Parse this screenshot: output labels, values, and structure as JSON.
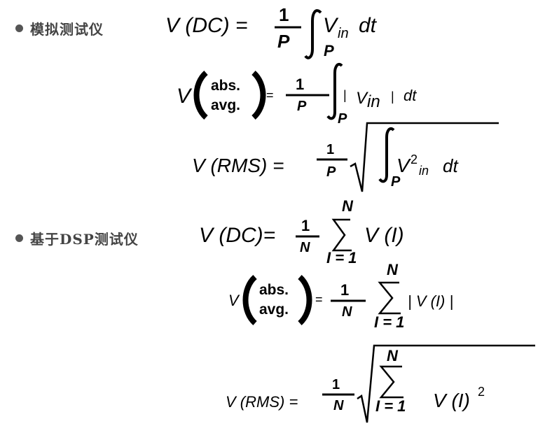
{
  "bullets": {
    "analog": "模拟测试仪",
    "dsp": "基于DSP测试仪"
  },
  "formulas": {
    "dc_analog": {
      "lhs": "V (DC) =",
      "num": "1",
      "den": "P",
      "integrand_v": "V",
      "integrand_sub": "in",
      "dt": "dt",
      "int_limit": "P"
    },
    "absavg_analog": {
      "v": "V",
      "abs": "abs.",
      "avg": "avg.",
      "eq": "=",
      "num": "1",
      "den": "P",
      "bar_open": "|",
      "v_in": "V",
      "v_sub": "in",
      "bar_close": "|",
      "dt": "dt",
      "int_limit": "P"
    },
    "rms_analog": {
      "lhs": "V (RMS) =",
      "num": "1",
      "den": "P",
      "v": "V",
      "sup": "2",
      "sub": "in",
      "dt": "dt",
      "int_limit": "P"
    },
    "dc_dsp": {
      "lhs": "V (DC)=",
      "num": "1",
      "den": "N",
      "sum_top": "N",
      "sum_bottom": "I = 1",
      "term": "V (I)"
    },
    "absavg_dsp": {
      "v": "V",
      "abs": "abs.",
      "avg": "avg.",
      "eq": "=",
      "num": "1",
      "den": "N",
      "sum_top": "N",
      "sum_bottom": "I = 1",
      "term": "| V (I) |"
    },
    "rms_dsp": {
      "lhs": "V (RMS) =",
      "num": "1",
      "den": "N",
      "sum_top": "N",
      "sum_bottom": "I = 1",
      "term": "V (I)",
      "sup": "2"
    }
  }
}
